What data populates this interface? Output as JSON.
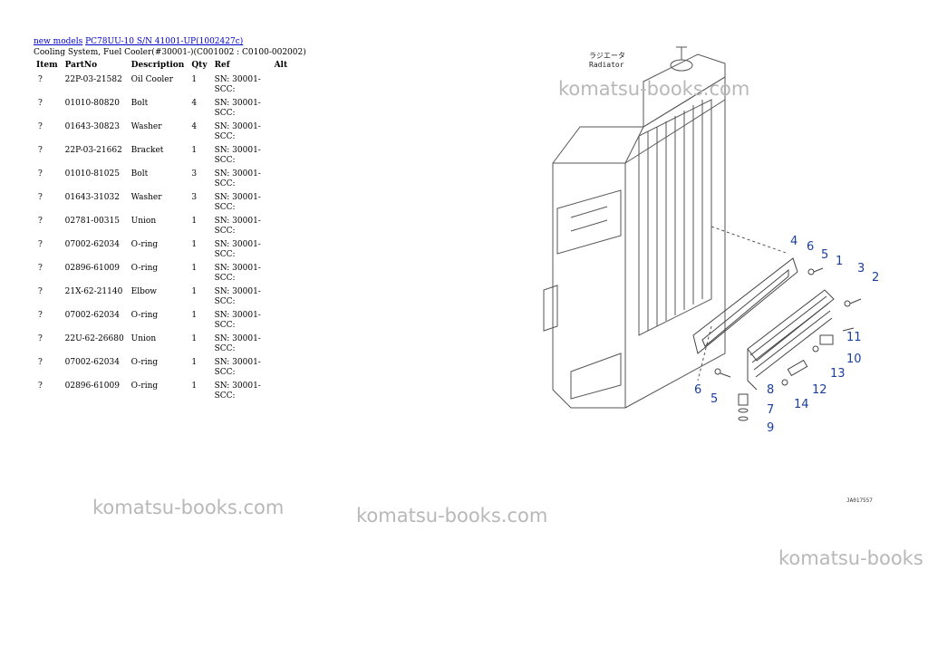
{
  "header": {
    "link_new_models": "new models",
    "link_model": "PC78UU-10 S/N 41001-UP(1002427c)",
    "subtitle": "Cooling System, Fuel Cooler(#30001-)(C001002 : C0100-002002)"
  },
  "table": {
    "columns": [
      "Item",
      "PartNo",
      "Description",
      "Qty",
      "Ref",
      "Alt"
    ],
    "rows": [
      {
        "item": "?",
        "partno": "22P-03-21582",
        "description": "Oil Cooler",
        "qty": "1",
        "ref": "SN: 30001-SCC:",
        "alt": ""
      },
      {
        "item": "?",
        "partno": "01010-80820",
        "description": "Bolt",
        "qty": "4",
        "ref": "SN: 30001-SCC:",
        "alt": ""
      },
      {
        "item": "?",
        "partno": "01643-30823",
        "description": "Washer",
        "qty": "4",
        "ref": "SN: 30001-SCC:",
        "alt": ""
      },
      {
        "item": "?",
        "partno": "22P-03-21662",
        "description": "Bracket",
        "qty": "1",
        "ref": "SN: 30001-SCC:",
        "alt": ""
      },
      {
        "item": "?",
        "partno": "01010-81025",
        "description": "Bolt",
        "qty": "3",
        "ref": "SN: 30001-SCC:",
        "alt": ""
      },
      {
        "item": "?",
        "partno": "01643-31032",
        "description": "Washer",
        "qty": "3",
        "ref": "SN: 30001-SCC:",
        "alt": ""
      },
      {
        "item": "?",
        "partno": "02781-00315",
        "description": "Union",
        "qty": "1",
        "ref": "SN: 30001-SCC:",
        "alt": ""
      },
      {
        "item": "?",
        "partno": "07002-62034",
        "description": "O-ring",
        "qty": "1",
        "ref": "SN: 30001-SCC:",
        "alt": ""
      },
      {
        "item": "?",
        "partno": "02896-61009",
        "description": "O-ring",
        "qty": "1",
        "ref": "SN: 30001-SCC:",
        "alt": ""
      },
      {
        "item": "?",
        "partno": "21X-62-21140",
        "description": "Elbow",
        "qty": "1",
        "ref": "SN: 30001-SCC:",
        "alt": ""
      },
      {
        "item": "?",
        "partno": "07002-62034",
        "description": "O-ring",
        "qty": "1",
        "ref": "SN: 30001-SCC:",
        "alt": ""
      },
      {
        "item": "?",
        "partno": "22U-62-26680",
        "description": "Union",
        "qty": "1",
        "ref": "SN: 30001-SCC:",
        "alt": ""
      },
      {
        "item": "?",
        "partno": "07002-62034",
        "description": "O-ring",
        "qty": "1",
        "ref": "SN: 30001-SCC:",
        "alt": ""
      },
      {
        "item": "?",
        "partno": "02896-61009",
        "description": "O-ring",
        "qty": "1",
        "ref": "SN: 30001-SCC:",
        "alt": ""
      }
    ]
  },
  "diagram": {
    "label_jp": "ラジエータ",
    "label_en": "Radiator",
    "callouts": [
      "4",
      "6",
      "5",
      "1",
      "3",
      "2",
      "11",
      "10",
      "13",
      "12",
      "14",
      "8",
      "7",
      "9",
      "6",
      "5"
    ],
    "code": "JA017557"
  },
  "watermarks": [
    "komatsu-books.com",
    "komatsu-books.com",
    "komatsu-books.com",
    "komatsu-books"
  ]
}
